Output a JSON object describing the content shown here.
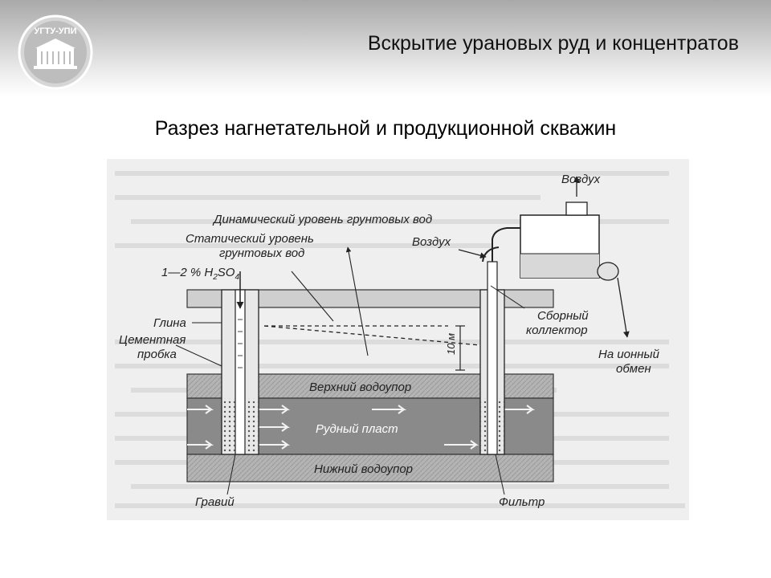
{
  "header": {
    "title": "Вскрытие урановых руд и концентратов",
    "logo_text": "УГТУ-УПИ"
  },
  "subtitle": "Разрез нагнетательной и продукционной скважин",
  "diagram": {
    "labels": {
      "air_top": "Воздух",
      "dynamic_level": "Динамический уровень грунтовых вод",
      "static_level_1": "Статический уровень",
      "static_level_2": "грунтовых вод",
      "air_side": "Воздух",
      "acid_prefix": "1—2 % H",
      "acid_sub1": "2",
      "acid_mid": "SO",
      "acid_sub2": "4",
      "clay": "Глина",
      "cement_1": "Цементная",
      "cement_2": "пробка",
      "collector_1": "Сборный",
      "collector_2": "коллектор",
      "ion_1": "На ионный",
      "ion_2": "обмен",
      "depth": "10 м",
      "upper_aquitard": "Верхний водоупор",
      "ore_layer": "Рудный пласт",
      "lower_aquitard": "Нижний водоупор",
      "gravel": "Гравий",
      "filter": "Фильтр"
    }
  }
}
